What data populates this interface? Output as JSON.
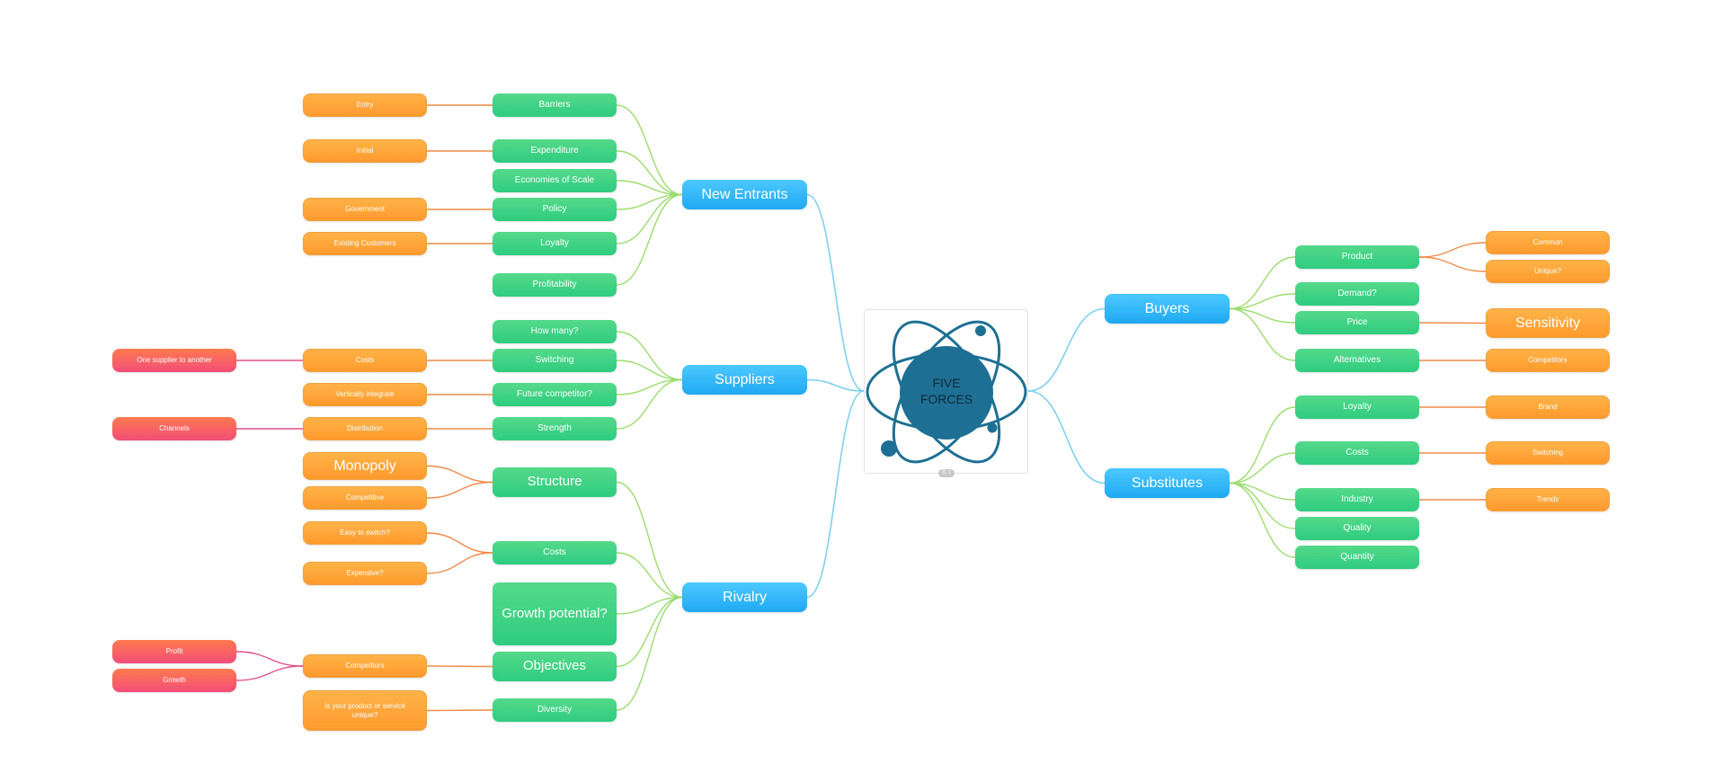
{
  "central": {
    "line1": "FIVE",
    "line2": "FORCES",
    "attachment_badge": "⎘ 1"
  },
  "colors": {
    "main": "#1fa9f2",
    "branch": "#2ecc80",
    "leaf": "#ff9a2e",
    "subleaf": "#f24d7a",
    "link_main": "#7fd0f0",
    "link_branch": "#9bdc6e",
    "link_leaf": "#f08a4a",
    "link_subleaf": "#e0508a",
    "atom": "#1e6f94"
  },
  "nodes": [
    {
      "id": "n_new_entrants",
      "name": "new-entrants",
      "label": "New Entrants",
      "type": "main"
    },
    {
      "id": "n_suppliers",
      "name": "suppliers",
      "label": "Suppliers",
      "type": "main"
    },
    {
      "id": "n_rivalry",
      "name": "rivalry",
      "label": "Rivalry",
      "type": "main"
    },
    {
      "id": "n_buyers",
      "name": "buyers",
      "label": "Buyers",
      "type": "main"
    },
    {
      "id": "n_substitutes",
      "name": "substitutes",
      "label": "Substitutes",
      "type": "main"
    },
    {
      "id": "n_barriers",
      "name": "barriers",
      "label": "Barriers",
      "type": "green"
    },
    {
      "id": "n_expenditure",
      "name": "expenditure",
      "label": "Expenditure",
      "type": "green"
    },
    {
      "id": "n_economies",
      "name": "economies-of-scale",
      "label": "Economies of Scale",
      "type": "green"
    },
    {
      "id": "n_policy",
      "name": "policy",
      "label": "Policy",
      "type": "green"
    },
    {
      "id": "n_loyalty1",
      "name": "loyalty-entrants",
      "label": "Loyalty",
      "type": "green"
    },
    {
      "id": "n_profitability",
      "name": "profitability",
      "label": "Profitability",
      "type": "green"
    },
    {
      "id": "n_entry",
      "name": "entry",
      "label": "Entry",
      "type": "orange"
    },
    {
      "id": "n_initial",
      "name": "initial",
      "label": "Initial",
      "type": "orange"
    },
    {
      "id": "n_government",
      "name": "government",
      "label": "Government",
      "type": "orange"
    },
    {
      "id": "n_existing",
      "name": "existing-customers",
      "label": "Existing Customers",
      "type": "orange"
    },
    {
      "id": "n_howmany",
      "name": "how-many",
      "label": "How many?",
      "type": "green"
    },
    {
      "id": "n_switching1",
      "name": "switching-suppliers",
      "label": "Switching",
      "type": "green"
    },
    {
      "id": "n_future",
      "name": "future-competitor",
      "label": "Future competitor?",
      "type": "green"
    },
    {
      "id": "n_strength",
      "name": "strength",
      "label": "Strength",
      "type": "green"
    },
    {
      "id": "n_costs1",
      "name": "costs-suppliers",
      "label": "Costs",
      "type": "orange"
    },
    {
      "id": "n_vertical",
      "name": "vertically-integrate",
      "label": "Vertically integrate",
      "type": "orange"
    },
    {
      "id": "n_distribution",
      "name": "distribution",
      "label": "Distribution",
      "type": "orange"
    },
    {
      "id": "n_onesupplier",
      "name": "one-supplier-to-another",
      "label": "One supplier to another",
      "type": "pink"
    },
    {
      "id": "n_channels",
      "name": "channels",
      "label": "Channels",
      "type": "pink"
    },
    {
      "id": "n_structure",
      "name": "structure",
      "label": "Structure",
      "type": "green",
      "big": true
    },
    {
      "id": "n_costs2",
      "name": "costs-rivalry",
      "label": "Costs",
      "type": "green"
    },
    {
      "id": "n_growth",
      "name": "growth-potential",
      "label": "Growth potential?",
      "type": "green",
      "big": true
    },
    {
      "id": "n_objectives",
      "name": "objectives",
      "label": "Objectives",
      "type": "green",
      "big": true
    },
    {
      "id": "n_diversity",
      "name": "diversity",
      "label": "Diversity",
      "type": "green"
    },
    {
      "id": "n_monopoly",
      "name": "monopoly",
      "label": "Monopoly",
      "type": "orange",
      "big": true
    },
    {
      "id": "n_competitive",
      "name": "competitive",
      "label": "Competitive",
      "type": "orange"
    },
    {
      "id": "n_easyswitch",
      "name": "easy-to-switch",
      "label": "Easy to switch?",
      "type": "orange"
    },
    {
      "id": "n_expensive",
      "name": "expensive",
      "label": "Expensive?",
      "type": "orange"
    },
    {
      "id": "n_competitors1",
      "name": "competitors-rivalry",
      "label": "Competitors",
      "type": "orange"
    },
    {
      "id": "n_unique_product",
      "name": "product-unique",
      "label": "Is your product or service unique?",
      "type": "orange"
    },
    {
      "id": "n_profit",
      "name": "profit",
      "label": "Profit",
      "type": "pink"
    },
    {
      "id": "n_growth_leaf",
      "name": "growth",
      "label": "Growth",
      "type": "pink"
    },
    {
      "id": "n_product",
      "name": "product",
      "label": "Product",
      "type": "green"
    },
    {
      "id": "n_demand",
      "name": "demand",
      "label": "Demand?",
      "type": "green"
    },
    {
      "id": "n_price",
      "name": "price",
      "label": "Price",
      "type": "green"
    },
    {
      "id": "n_alternatives",
      "name": "alternatives",
      "label": "Alternatives",
      "type": "green"
    },
    {
      "id": "n_common",
      "name": "common",
      "label": "Common",
      "type": "orange"
    },
    {
      "id": "n_unique",
      "name": "unique",
      "label": "Unique?",
      "type": "orange"
    },
    {
      "id": "n_sensitivity",
      "name": "sensitivity",
      "label": "Sensitivity",
      "type": "orange",
      "big": true
    },
    {
      "id": "n_competitors2",
      "name": "competitors-buyers",
      "label": "Competitors",
      "type": "orange"
    },
    {
      "id": "n_loyalty2",
      "name": "loyalty-substitutes",
      "label": "Loyalty",
      "type": "green"
    },
    {
      "id": "n_costs3",
      "name": "costs-substitutes",
      "label": "Costs",
      "type": "green"
    },
    {
      "id": "n_industry",
      "name": "industry",
      "label": "Industry",
      "type": "green"
    },
    {
      "id": "n_quality",
      "name": "quality",
      "label": "Quality",
      "type": "green"
    },
    {
      "id": "n_quantity",
      "name": "quantity",
      "label": "Quantity",
      "type": "green"
    },
    {
      "id": "n_brand",
      "name": "brand",
      "label": "Brand",
      "type": "orange"
    },
    {
      "id": "n_switching2",
      "name": "switching-substitutes",
      "label": "Switching",
      "type": "orange"
    },
    {
      "id": "n_trends",
      "name": "trends",
      "label": "Trends",
      "type": "orange"
    }
  ],
  "links": [
    [
      "center_l",
      "n_new_entrants",
      "main"
    ],
    [
      "center_l",
      "n_suppliers",
      "main"
    ],
    [
      "center_l",
      "n_rivalry",
      "main"
    ],
    [
      "center_r",
      "n_buyers",
      "main"
    ],
    [
      "center_r",
      "n_substitutes",
      "main"
    ],
    [
      "n_new_entrants",
      "n_barriers",
      "branch"
    ],
    [
      "n_new_entrants",
      "n_expenditure",
      "branch"
    ],
    [
      "n_new_entrants",
      "n_economies",
      "branch"
    ],
    [
      "n_new_entrants",
      "n_policy",
      "branch"
    ],
    [
      "n_new_entrants",
      "n_loyalty1",
      "branch"
    ],
    [
      "n_new_entrants",
      "n_profitability",
      "branch"
    ],
    [
      "n_barriers",
      "n_entry",
      "leaf"
    ],
    [
      "n_expenditure",
      "n_initial",
      "leaf"
    ],
    [
      "n_policy",
      "n_government",
      "leaf"
    ],
    [
      "n_loyalty1",
      "n_existing",
      "leaf"
    ],
    [
      "n_suppliers",
      "n_howmany",
      "branch"
    ],
    [
      "n_suppliers",
      "n_switching1",
      "branch"
    ],
    [
      "n_suppliers",
      "n_future",
      "branch"
    ],
    [
      "n_suppliers",
      "n_strength",
      "branch"
    ],
    [
      "n_switching1",
      "n_costs1",
      "leaf"
    ],
    [
      "n_future",
      "n_vertical",
      "leaf"
    ],
    [
      "n_strength",
      "n_distribution",
      "leaf"
    ],
    [
      "n_costs1",
      "n_onesupplier",
      "subleaf"
    ],
    [
      "n_distribution",
      "n_channels",
      "subleaf"
    ],
    [
      "n_rivalry",
      "n_structure",
      "branch"
    ],
    [
      "n_rivalry",
      "n_costs2",
      "branch"
    ],
    [
      "n_rivalry",
      "n_growth",
      "branch"
    ],
    [
      "n_rivalry",
      "n_objectives",
      "branch"
    ],
    [
      "n_rivalry",
      "n_diversity",
      "branch"
    ],
    [
      "n_structure",
      "n_monopoly",
      "leaf"
    ],
    [
      "n_structure",
      "n_competitive",
      "leaf"
    ],
    [
      "n_costs2",
      "n_easyswitch",
      "leaf"
    ],
    [
      "n_costs2",
      "n_expensive",
      "leaf"
    ],
    [
      "n_objectives",
      "n_competitors1",
      "leaf"
    ],
    [
      "n_diversity",
      "n_unique_product",
      "leaf"
    ],
    [
      "n_competitors1",
      "n_profit",
      "subleaf"
    ],
    [
      "n_competitors1",
      "n_growth_leaf",
      "subleaf"
    ],
    [
      "n_buyers",
      "n_product",
      "branch"
    ],
    [
      "n_buyers",
      "n_demand",
      "branch"
    ],
    [
      "n_buyers",
      "n_price",
      "branch"
    ],
    [
      "n_buyers",
      "n_alternatives",
      "branch"
    ],
    [
      "n_product",
      "n_common",
      "leaf"
    ],
    [
      "n_product",
      "n_unique",
      "leaf"
    ],
    [
      "n_price",
      "n_sensitivity",
      "leaf"
    ],
    [
      "n_alternatives",
      "n_competitors2",
      "leaf"
    ],
    [
      "n_substitutes",
      "n_loyalty2",
      "branch"
    ],
    [
      "n_substitutes",
      "n_costs3",
      "branch"
    ],
    [
      "n_substitutes",
      "n_industry",
      "branch"
    ],
    [
      "n_substitutes",
      "n_quality",
      "branch"
    ],
    [
      "n_substitutes",
      "n_quantity",
      "branch"
    ],
    [
      "n_loyalty2",
      "n_brand",
      "leaf"
    ],
    [
      "n_costs3",
      "n_switching2",
      "leaf"
    ],
    [
      "n_industry",
      "n_trends",
      "leaf"
    ]
  ]
}
